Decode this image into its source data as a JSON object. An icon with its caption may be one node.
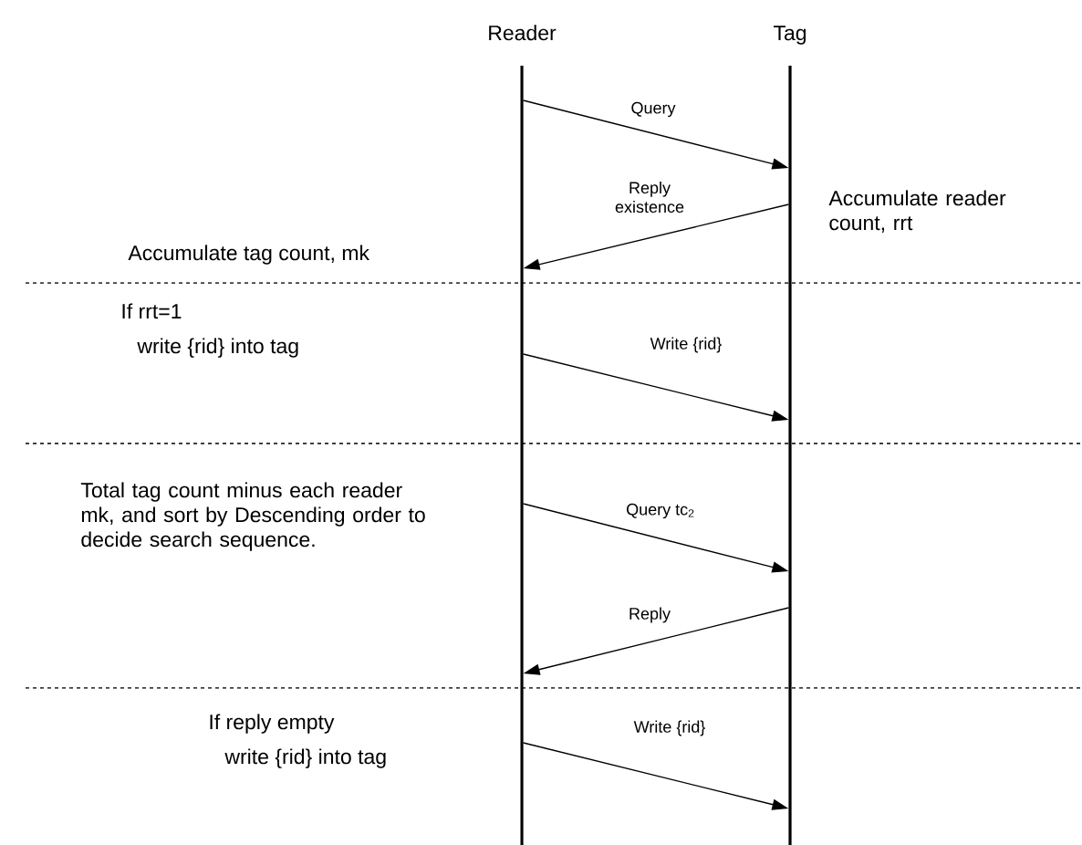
{
  "diagram": {
    "nodes": [
      {
        "text": [
          "Reader"
        ]
      },
      {
        "text": [
          "Tag"
        ]
      }
    ],
    "edges": [
      {
        "from": 0,
        "to": 1,
        "arrow": "to",
        "label": "Query"
      },
      {
        "from": 1,
        "to": 0,
        "arrow": "to",
        "label": "Reply existence"
      },
      {
        "from": 0,
        "to": 1,
        "arrow": "to",
        "label": "Write {rid}"
      },
      {
        "from": 0,
        "to": 1,
        "arrow": "to",
        "label": "Query tc$_{2}$"
      },
      {
        "from": 1,
        "to": 0,
        "arrow": "to",
        "label": "Reply"
      },
      {
        "from": 0,
        "to": 1,
        "arrow": "to",
        "label": "Write {rid}"
      }
    ],
    "labels": [
      "Accumulate reader count, rrt",
      "Accumulate tag count, mk",
      "If rrt=1",
      "write {rid} into tag",
      "Total tag count minus each reader mk, and sort by Descending order to decide search sequence.",
      "If reply empty",
      "write {rid} into tag"
    ]
  }
}
